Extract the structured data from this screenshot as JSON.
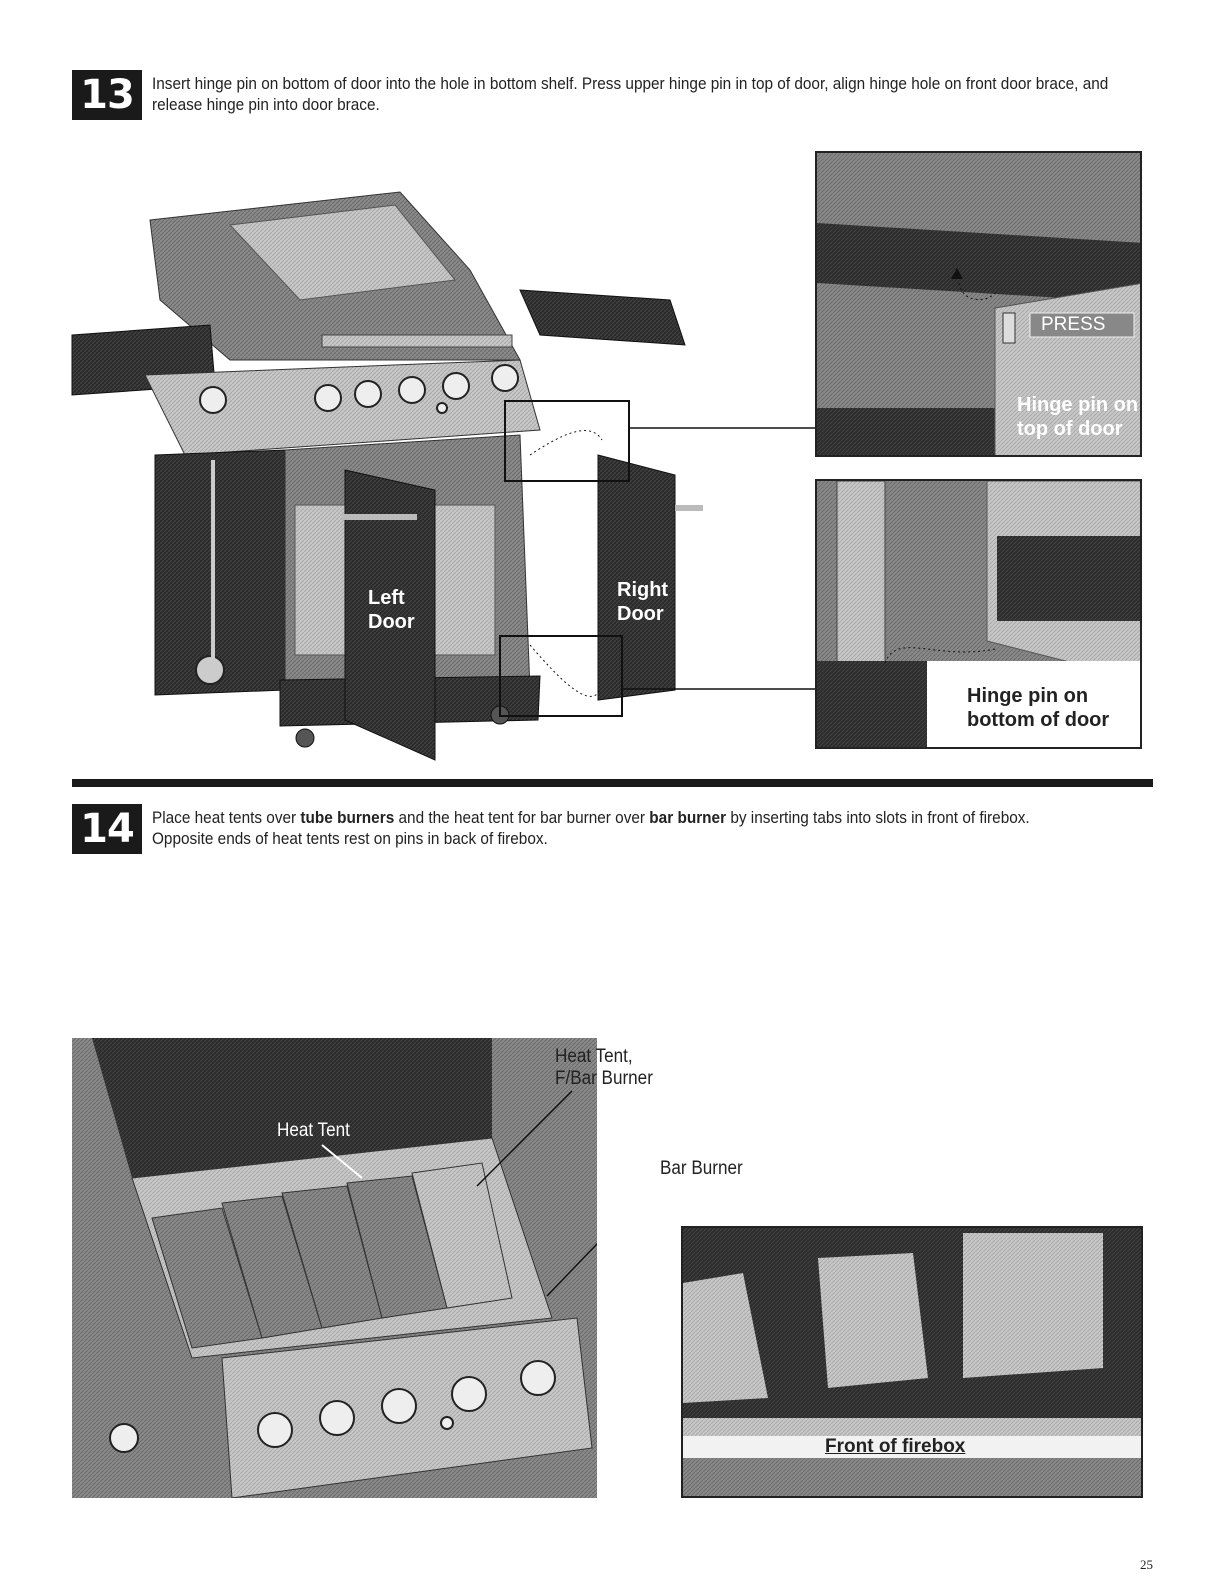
{
  "step13": {
    "number": "13",
    "text": "Insert hinge pin on bottom of door into the hole in bottom shelf.  Press upper hinge pin in top of door, align hinge hole on front door brace, and release hinge pin into door brace.",
    "labels": {
      "left_door_1": "Left",
      "left_door_2": "Door",
      "right_door_1": "Right",
      "right_door_2": "Door",
      "press": "PRESS",
      "top_pin_1": "Hinge pin on",
      "top_pin_2": "top of door",
      "bottom_pin_1": "Hinge pin on",
      "bottom_pin_2": "bottom of door"
    }
  },
  "step14": {
    "number": "14",
    "text_parts": {
      "a": "Place heat tents over ",
      "b": "tube burners",
      "c": " and the heat tent for bar burner over ",
      "d": "bar burner",
      "e": " by inserting tabs into slots in front of firebox.",
      "line2": "Opposite ends of heat tents rest on pins in back of firebox."
    },
    "labels": {
      "heat_tent": "Heat Tent",
      "heat_tent_bar_1": "Heat Tent,",
      "heat_tent_bar_2": "F/Bar Burner",
      "bar_burner": "Bar Burner",
      "front_firebox": "Front of firebox"
    }
  },
  "page_number": "25"
}
